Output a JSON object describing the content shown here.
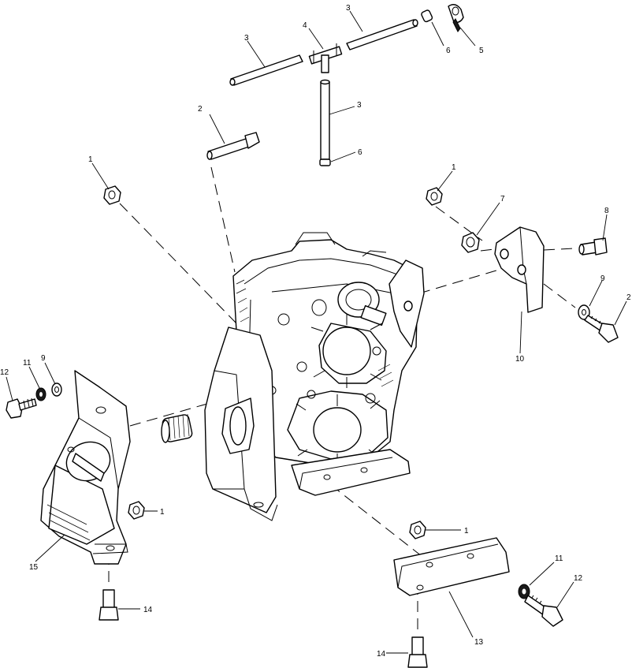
{
  "callouts": [
    {
      "id": "c3a",
      "text": "3"
    },
    {
      "id": "c4",
      "text": "4"
    },
    {
      "id": "c3b",
      "text": "3"
    },
    {
      "id": "c6a",
      "text": "6"
    },
    {
      "id": "c5",
      "text": "5"
    },
    {
      "id": "c2a",
      "text": "2"
    },
    {
      "id": "c3c",
      "text": "3"
    },
    {
      "id": "c6b",
      "text": "6"
    },
    {
      "id": "c1a",
      "text": "1"
    },
    {
      "id": "c1b",
      "text": "1"
    },
    {
      "id": "c7",
      "text": "7"
    },
    {
      "id": "c8",
      "text": "8"
    },
    {
      "id": "c9a",
      "text": "9"
    },
    {
      "id": "c2b",
      "text": "2"
    },
    {
      "id": "c10",
      "text": "10"
    },
    {
      "id": "c12a",
      "text": "12"
    },
    {
      "id": "c11a",
      "text": "11"
    },
    {
      "id": "c9b",
      "text": "9"
    },
    {
      "id": "c1c",
      "text": "1"
    },
    {
      "id": "c15",
      "text": "15"
    },
    {
      "id": "c14a",
      "text": "14"
    },
    {
      "id": "c1d",
      "text": "1"
    },
    {
      "id": "c11b",
      "text": "11"
    },
    {
      "id": "c12b",
      "text": "12"
    },
    {
      "id": "c13",
      "text": "13"
    },
    {
      "id": "c14b",
      "text": "14"
    }
  ]
}
